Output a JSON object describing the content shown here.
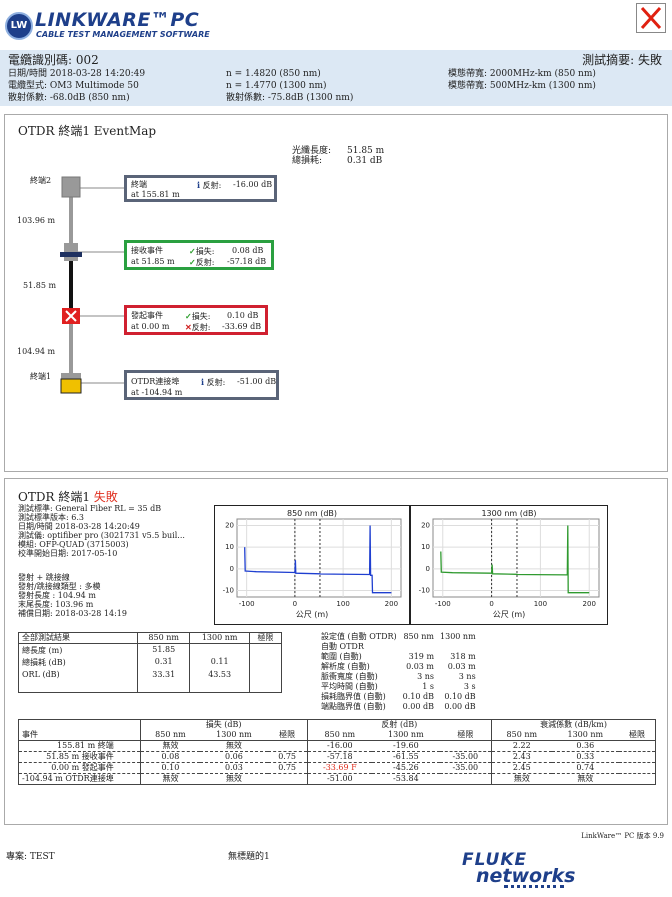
{
  "header": {
    "logo_mark": "LW",
    "logo_title": "LINKWARE™PC",
    "logo_subtitle": "CABLE TEST MANAGEMENT SOFTWARE",
    "fail_mark": "X"
  },
  "summary": {
    "cable_id": "電纜識別碼: 002",
    "test_summary": "測試摘要: 失敗",
    "datetime": "日期/時間  2018-03-28  14:20:49",
    "cable_type": "電纜型式: OM3 Multimode 50",
    "backscatter": "散射係數: -68.0dB (850 nm)",
    "n1": "n = 1.4820 (850 nm)",
    "n2": "n = 1.4770 (1300 nm)",
    "backscatter2": "散射係數: -75.8dB (1300 nm)",
    "bw1": "模態帶寬: 2000MHz-km (850 nm)",
    "bw2": "模態帶寬: 500MHz-km (1300 nm)"
  },
  "eventmap": {
    "title": "OTDR 終端1 EventMap",
    "fiber_length_label": "光纖長度:",
    "fiber_length_value": "51.85 m",
    "total_loss_label": "總損耗:",
    "total_loss_value": "0.31 dB",
    "end2": "終端2",
    "end1": "終端1",
    "seg1": "103.96 m",
    "seg2": "51.85 m",
    "seg3": "104.94 m",
    "events": [
      {
        "name": "終端",
        "at": "at 155.81 m",
        "refl_label": "反射:",
        "refl": "-16.00 dB"
      },
      {
        "name": "接收事件",
        "at": "at 51.85 m",
        "loss_label": "損失:",
        "loss": "0.08 dB",
        "refl_label": "反射:",
        "refl": "-57.18 dB"
      },
      {
        "name": "發起事件",
        "at": "at 0.00 m",
        "loss_label": "損失:",
        "loss": "0.10 dB",
        "refl_label": "反射:",
        "refl": "-33.69 dB"
      },
      {
        "name": "OTDR連接埠",
        "at": "at -104.94 m",
        "refl_label": "反射:",
        "refl": "-51.00 dB"
      }
    ]
  },
  "otdr": {
    "title": "OTDR 終端1",
    "status": "失敗",
    "info": [
      "測試標準:  General Fiber RL = 35 dB",
      "測試標準版本: 6.3",
      "日期/時間  2018-03-28  14:20:49",
      "測試儀: optifiber pro (3021731  v5.5 buil...",
      "模組: OFP-QUAD (3715003)",
      "校準開始日期: 2017-05-10"
    ],
    "launch": [
      "發射 + 跳接線",
      "發射/跳接線類型 : 多模",
      "發射長度 : 104.94 m",
      "末尾長度: 103.96 m",
      "補償日期: 2018-03-28  14:19"
    ]
  },
  "chart_data": [
    {
      "type": "line",
      "title": "850 nm (dB)",
      "xlabel": "公尺 (m)",
      "xlim": [
        -120,
        220
      ],
      "ylim": [
        -13,
        23
      ],
      "x_ticks": [
        "-100",
        "0",
        "100",
        "200"
      ],
      "y_ticks": [
        "20",
        "10",
        "0",
        "-10"
      ],
      "series": [
        {
          "color": "#1f3fd0",
          "points": [
            [
              -104,
              10
            ],
            [
              -103,
              -1
            ],
            [
              -80,
              -1.3
            ],
            [
              0,
              -1.7
            ],
            [
              1,
              4
            ],
            [
              2,
              -2
            ],
            [
              52,
              -2.3
            ],
            [
              53,
              -2.4
            ],
            [
              155,
              -2.6
            ],
            [
              156,
              20
            ],
            [
              157,
              -3
            ],
            [
              160,
              -3
            ],
            [
              161,
              -11
            ],
            [
              200,
              -11
            ]
          ]
        }
      ],
      "markers": [
        0,
        52
      ]
    },
    {
      "type": "line",
      "title": "1300 nm (dB)",
      "xlabel": "公尺 (m)",
      "xlim": [
        -120,
        220
      ],
      "ylim": [
        -13,
        23
      ],
      "x_ticks": [
        "-100",
        "0",
        "100",
        "200"
      ],
      "y_ticks": [
        "20",
        "10",
        "0",
        "-10"
      ],
      "series": [
        {
          "color": "#2f9a2f",
          "points": [
            [
              -104,
              8
            ],
            [
              -103,
              -1.5
            ],
            [
              -80,
              -1.8
            ],
            [
              0,
              -2
            ],
            [
              1,
              2
            ],
            [
              2,
              -2.3
            ],
            [
              52,
              -2.5
            ],
            [
              53,
              -2.6
            ],
            [
              155,
              -2.8
            ],
            [
              156,
              20
            ],
            [
              157,
              -11
            ],
            [
              200,
              -11
            ]
          ]
        }
      ],
      "markers": [
        0,
        52
      ]
    }
  ],
  "overall": {
    "headers": [
      "全部測試結果",
      "850 nm",
      "1300 nm",
      "極限"
    ],
    "rows": [
      [
        "總長度 (m)",
        "51.85",
        "",
        ""
      ],
      [
        "總損耗 (dB)",
        "0.31",
        "0.11",
        ""
      ],
      [
        "ORL (dB)",
        "33.31",
        "43.53",
        ""
      ]
    ]
  },
  "settings": {
    "header": [
      "設定值 (自動 OTDR)",
      "850 nm",
      "1300 nm"
    ],
    "rows": [
      [
        "自動 OTDR",
        "",
        ""
      ],
      [
        "範圍 (自動)",
        "319 m",
        "318 m"
      ],
      [
        "解析度 (自動)",
        "0.03 m",
        "0.03 m"
      ],
      [
        "脈衝寬度 (自動)",
        "3 ns",
        "3 ns"
      ],
      [
        "平均時間 (自動)",
        "1 s",
        "3 s"
      ],
      [
        "損耗臨界值 (自動)",
        "0.10 dB",
        "0.10 dB"
      ],
      [
        "端點臨界值 (自動)",
        "0.00 dB",
        "0.00 dB"
      ]
    ]
  },
  "events_table": {
    "group_headers": [
      "損失 (dB)",
      "反射 (dB)",
      "衰減係數 (dB/km)"
    ],
    "columns": [
      "事件",
      "850 nm",
      "1300 nm",
      "極限",
      "850 nm",
      "1300 nm",
      "極限",
      "850 nm",
      "1300 nm",
      "極限"
    ],
    "rows": [
      [
        "155.81 m  終端",
        "無效",
        "無效",
        "",
        "-16.00",
        "-19.60",
        "",
        "2.22",
        "0.36",
        ""
      ],
      [
        "51.85 m  接收事件",
        "0.08",
        "0.06",
        "0.75",
        "-57.18",
        "-61.55",
        "-35.00",
        "2.43",
        "0.33",
        ""
      ],
      [
        "0.00 m  發起事件",
        "0.10",
        "0.03",
        "0.75",
        "-33.69 F",
        "-45.26",
        "-35.00",
        "2.45",
        "0.74",
        ""
      ],
      [
        "-104.94 m  OTDR連接埠",
        "無效",
        "無效",
        "",
        "-51.00",
        "-53.84",
        "",
        "無效",
        "無效",
        ""
      ]
    ]
  },
  "footer": {
    "version": "LinkWare™ PC 版本 9.9",
    "project": "專案: TEST",
    "untitled": "無標題的1",
    "brand_top": "FLUKE",
    "brand_bottom": "networks"
  }
}
